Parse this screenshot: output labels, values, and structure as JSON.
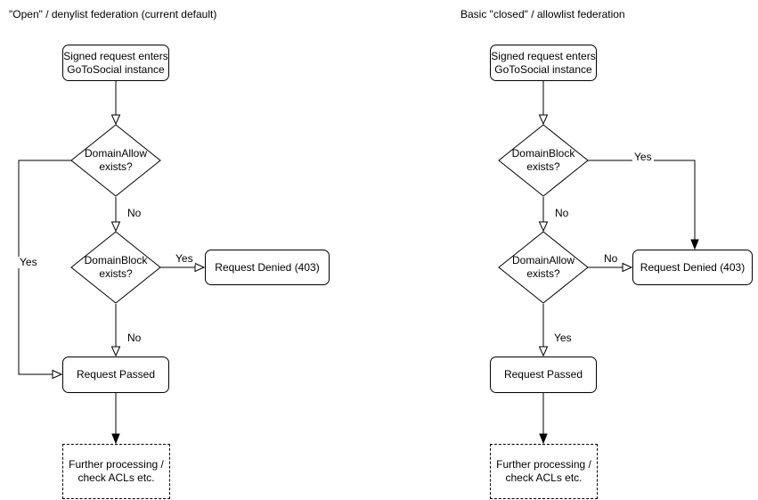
{
  "colors": {
    "background": "#ffffff",
    "stroke": "#000000",
    "text": "#000000"
  },
  "left": {
    "title": "\"Open\" / denylist federation (current default)",
    "nodes": {
      "start": "Signed request enters\nGoToSocial instance",
      "decision1": "DomainAllow\nexists?",
      "decision2": "DomainBlock\nexists?",
      "denied": "Request Denied (403)",
      "passed": "Request Passed",
      "further": "Further processing /\ncheck ACLs etc."
    },
    "labels": {
      "d1_yes": "Yes",
      "d1_no": "No",
      "d2_yes": "Yes",
      "d2_no": "No"
    }
  },
  "right": {
    "title": "Basic \"closed\" / allowlist federation",
    "nodes": {
      "start": "Signed request enters\nGoToSocial instance",
      "decision1": "DomainBlock\nexists?",
      "decision2": "DomainAllow\nexists?",
      "denied": "Request Denied (403)",
      "passed": "Request Passed",
      "further": "Further processing /\ncheck ACLs etc."
    },
    "labels": {
      "d1_yes": "Yes",
      "d1_no": "No",
      "d2_no": "No",
      "d2_yes": "Yes"
    }
  }
}
